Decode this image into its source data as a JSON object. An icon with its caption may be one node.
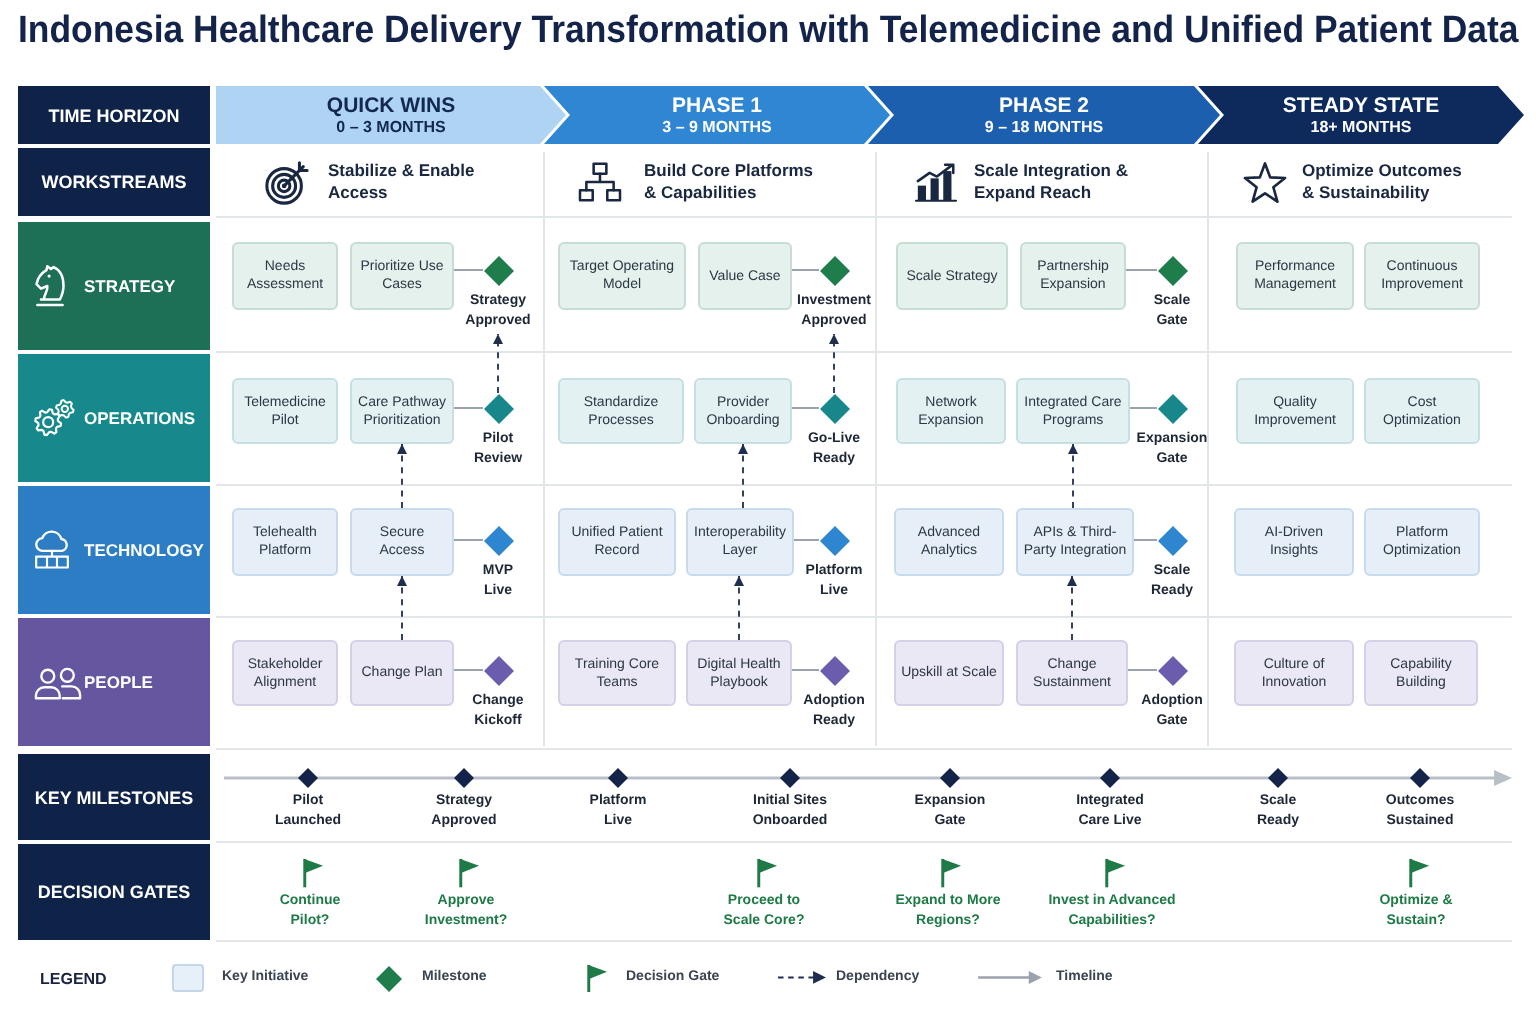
{
  "diagram": {
    "title": "Indonesia Healthcare Delivery Transformation with Telemedicine and Unified Patient Data",
    "nodes": [
      {
        "text": [
          "TIME HORIZON"
        ]
      },
      {
        "text": [
          "QUICK WINS",
          "0 – 3 MONTHS"
        ]
      },
      {
        "text": [
          "PHASE 1",
          "3 – 9 MONTHS"
        ]
      },
      {
        "text": [
          "PHASE 2",
          "9 – 18 MONTHS"
        ]
      },
      {
        "text": [
          "STEADY STATE",
          "18+ MONTHS"
        ]
      },
      {
        "text": [
          "WORKSTREAMS"
        ]
      },
      {
        "text": [
          "STRATEGY"
        ]
      },
      {
        "text": [
          "Needs Assessment"
        ]
      },
      {
        "text": [
          "Prioritize Use Cases"
        ]
      },
      {
        "text": [],
        "shape": "diamond",
        "beside": [
          "Strategy Approved"
        ]
      },
      {
        "text": [
          "Target Operating Model"
        ]
      },
      {
        "text": [
          "Value Case"
        ]
      },
      {
        "text": [],
        "shape": "diamond",
        "beside": [
          "Investment Approved"
        ]
      },
      {
        "text": [
          "Scale Strategy"
        ]
      },
      {
        "text": [
          "Partnership Expansion"
        ]
      },
      {
        "text": [],
        "shape": "diamond",
        "beside": [
          "Scale Gate"
        ]
      },
      {
        "text": [
          "Performance Management"
        ]
      },
      {
        "text": [
          "Continuous Improvement"
        ]
      },
      {
        "text": [
          "OPERATIONS"
        ]
      },
      {
        "text": [
          "Telemedicine Pilot"
        ]
      },
      {
        "text": [
          "Care Pathway Prioritization"
        ]
      },
      {
        "text": [],
        "shape": "diamond",
        "beside": [
          "Pilot Review"
        ]
      },
      {
        "text": [
          "Standardize Processes"
        ]
      },
      {
        "text": [
          "Provider Onboarding"
        ]
      },
      {
        "text": [],
        "shape": "diamond",
        "beside": [
          "Go-Live Ready"
        ]
      },
      {
        "text": [
          "Network Expansion"
        ]
      },
      {
        "text": [
          "Integrated Care Programs"
        ]
      },
      {
        "text": [],
        "shape": "diamond",
        "beside": [
          "Expansion Gate"
        ]
      },
      {
        "text": [
          "Quality Improvement"
        ]
      },
      {
        "text": [
          "Cost Optimization"
        ]
      },
      {
        "text": [
          "TECHNOLOGY"
        ]
      },
      {
        "text": [
          "Telehealth Platform"
        ]
      },
      {
        "text": [
          "Secure Access"
        ]
      },
      {
        "text": [],
        "shape": "diamond",
        "beside": [
          "MVP Live"
        ]
      },
      {
        "text": [
          "Unified Patient Record"
        ]
      },
      {
        "text": [
          "Interoperability Layer"
        ]
      },
      {
        "text": [],
        "shape": "diamond",
        "beside": [
          "Platform Live"
        ]
      },
      {
        "text": [
          "Advanced Analytics"
        ]
      },
      {
        "text": [
          "APIs & Third-Party Integration"
        ]
      },
      {
        "text": [],
        "shape": "diamond",
        "beside": [
          "Scale Ready"
        ]
      },
      {
        "text": [
          "AI-Driven Insights"
        ]
      },
      {
        "text": [
          "Platform Optimization"
        ]
      },
      {
        "text": [
          "PEOPLE"
        ]
      },
      {
        "text": [
          "Stakeholder Alignment"
        ]
      },
      {
        "text": [
          "Change Plan"
        ]
      },
      {
        "text": [],
        "shape": "diamond",
        "beside": [
          "Change Kickoff"
        ]
      },
      {
        "text": [
          "Training Core Teams"
        ]
      },
      {
        "text": [
          "Digital Health Playbook"
        ]
      },
      {
        "text": [],
        "shape": "diamond",
        "beside": [
          "Adoption Ready"
        ]
      },
      {
        "text": [
          "Upskill at Scale"
        ]
      },
      {
        "text": [
          "Change Sustainment"
        ]
      },
      {
        "text": [],
        "shape": "diamond",
        "beside": [
          "Adoption Gate"
        ]
      },
      {
        "text": [
          "Culture of Innovation"
        ]
      },
      {
        "text": [
          "Capability Building"
        ]
      },
      {
        "text": [
          "KEY MILESTONES"
        ]
      },
      {
        "text": [
          "DECISION GATES"
        ]
      }
    ],
    "edges": [
      {
        "from": 8,
        "to": 9,
        "arrow": "none"
      },
      {
        "from": 11,
        "to": 12,
        "arrow": "none"
      },
      {
        "from": 14,
        "to": 15,
        "arrow": "none"
      },
      {
        "from": 21,
        "to": 9,
        "arrow": "to",
        "style": "dashed",
        "color": "#1f2d50"
      },
      {
        "from": 24,
        "to": 12,
        "arrow": "to",
        "style": "dashed",
        "color": "#1f2d50"
      },
      {
        "from": 20,
        "to": 21,
        "arrow": "none"
      },
      {
        "from": 23,
        "to": 24,
        "arrow": "none"
      },
      {
        "from": 26,
        "to": 27,
        "arrow": "none"
      },
      {
        "from": 32,
        "to": 20,
        "arrow": "to",
        "style": "dashed",
        "color": "#1f2d50"
      },
      {
        "from": 35,
        "to": 23,
        "arrow": "to",
        "style": "dashed",
        "color": "#1f2d50"
      },
      {
        "from": 38,
        "to": 26,
        "arrow": "to",
        "style": "dashed",
        "color": "#1f2d50"
      },
      {
        "from": 32,
        "to": 33,
        "arrow": "none"
      },
      {
        "from": 35,
        "to": 36,
        "arrow": "none"
      },
      {
        "from": 38,
        "to": 39,
        "arrow": "none"
      },
      {
        "from": 44,
        "to": 32,
        "arrow": "to",
        "style": "dashed",
        "color": "#1f2d50"
      },
      {
        "from": 47,
        "to": 35,
        "arrow": "to",
        "style": "dashed",
        "color": "#1f2d50"
      },
      {
        "from": 50,
        "to": 38,
        "arrow": "to",
        "style": "dashed",
        "color": "#1f2d50"
      },
      {
        "from": 44,
        "to": 45,
        "arrow": "none"
      },
      {
        "from": 47,
        "to": 48,
        "arrow": "none"
      },
      {
        "from": 50,
        "to": 51,
        "arrow": "none"
      }
    ],
    "labels": [
      "Stabilize & Enable Access",
      "Build Core Platforms & Capabilities",
      "Scale Integration & Expand Reach",
      "Optimize Outcomes & Sustainability",
      "Pilot Launched",
      "Strategy Approved",
      "Platform Live",
      "Initial Sites Onboarded",
      "Expansion Gate",
      "Integrated Care Live",
      "Scale Ready",
      "Outcomes Sustained",
      "Continue Pilot?",
      "Approve Investment?",
      "Proceed to Scale Core?",
      "Expand to More Regions?",
      "Invest in Advanced Capabilities?",
      "Optimize & Sustain?",
      "LEGEND"
    ],
    "legend": [
      {
        "text": "Key Initiative",
        "color": "#e6f0f9"
      },
      {
        "text": "Milestone"
      },
      {
        "text": "Decision Gate"
      },
      {
        "text": "Dependency"
      },
      {
        "text": "Timeline"
      }
    ]
  }
}
